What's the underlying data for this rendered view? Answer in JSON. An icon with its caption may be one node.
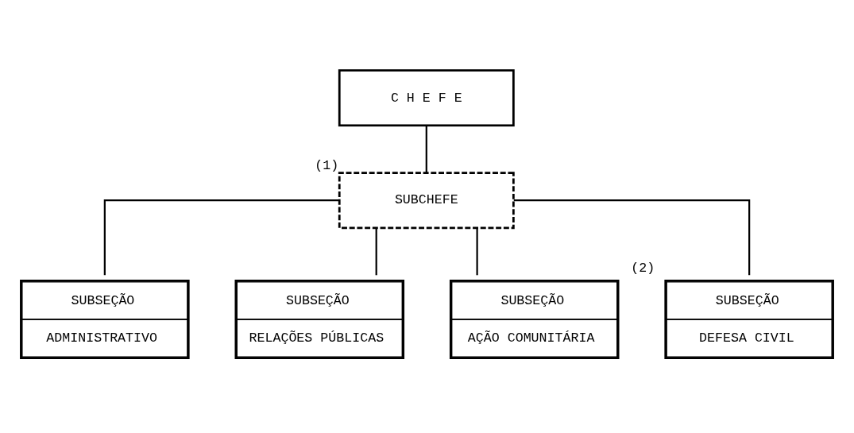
{
  "diagram": {
    "nodes": [
      {
        "text": [
          "C H E F E"
        ]
      },
      {
        "text": [
          "SUBCHEFE"
        ],
        "beside": [
          "(1)"
        ]
      },
      {
        "text": [
          "SUBSEÇÃO",
          "ADMINISTRATIVO"
        ]
      },
      {
        "text": [
          "SUBSEÇÃO",
          "RELAÇÕES PÚBLICAS"
        ]
      },
      {
        "text": [
          "SUBSEÇÃO",
          "AÇÃO COMUNITÁRIA"
        ]
      },
      {
        "text": [
          "SUBSEÇÃO",
          "DEFESA CIVIL"
        ],
        "beside": [
          "(2)"
        ]
      }
    ],
    "edges": [
      {
        "from": 0,
        "to": 1,
        "arrow": "none"
      },
      {
        "from": 1,
        "to": 2,
        "arrow": "none"
      },
      {
        "from": 1,
        "to": 3,
        "arrow": "none"
      },
      {
        "from": 1,
        "to": 4,
        "arrow": "none"
      },
      {
        "from": 1,
        "to": 5,
        "arrow": "none"
      }
    ]
  }
}
